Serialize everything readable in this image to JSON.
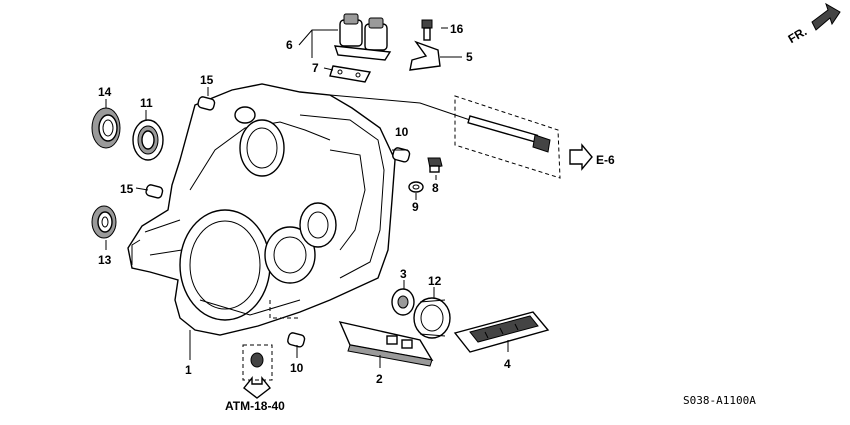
{
  "callouts": [
    {
      "id": "1",
      "label": "1"
    },
    {
      "id": "2",
      "label": "2"
    },
    {
      "id": "3",
      "label": "3"
    },
    {
      "id": "4",
      "label": "4"
    },
    {
      "id": "5",
      "label": "5"
    },
    {
      "id": "6",
      "label": "6"
    },
    {
      "id": "7",
      "label": "7"
    },
    {
      "id": "8",
      "label": "8"
    },
    {
      "id": "9",
      "label": "9"
    },
    {
      "id": "10a",
      "label": "10"
    },
    {
      "id": "10b",
      "label": "10"
    },
    {
      "id": "11",
      "label": "11"
    },
    {
      "id": "12",
      "label": "12"
    },
    {
      "id": "13",
      "label": "13"
    },
    {
      "id": "14",
      "label": "14"
    },
    {
      "id": "15a",
      "label": "15"
    },
    {
      "id": "15b",
      "label": "15"
    },
    {
      "id": "16",
      "label": "16"
    }
  ],
  "references": {
    "e6": "E-6",
    "atm": "ATM-18-40",
    "front_marker": "FR."
  },
  "drawing_code": "S038-A1100A"
}
